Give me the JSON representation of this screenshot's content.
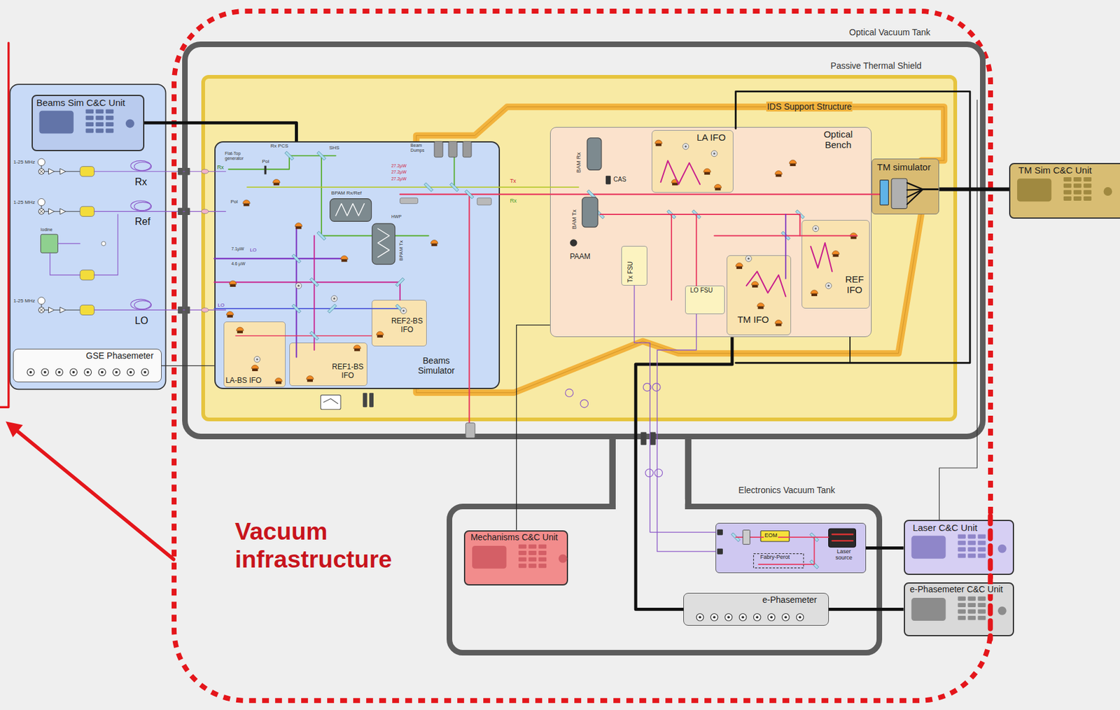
{
  "diagram": {
    "nodes": [
      {
        "text": [
          "Vacuum infrastructure"
        ]
      },
      {
        "text": [
          "Optical Vacuum Tank"
        ],
        "in": 0
      },
      {
        "text": [
          "Passive Thermal Shield"
        ],
        "in": 1
      },
      {
        "text": [
          "IDS Support Structure"
        ],
        "in": 2
      },
      {
        "text": [
          "Optical Bench"
        ],
        "in": 3
      },
      {
        "text": [
          "LA IFO"
        ],
        "in": 4
      },
      {
        "text": [
          "REF IFO"
        ],
        "in": 4
      },
      {
        "text": [
          "TM IFO"
        ],
        "in": 4
      },
      {
        "text": [
          "Tx FSU"
        ],
        "in": 4
      },
      {
        "text": [
          "LO FSU"
        ],
        "in": 4
      },
      {
        "text": [
          "TM simulator"
        ],
        "in": 3
      },
      {
        "text": [
          "Beams Simulator"
        ],
        "in": 2
      },
      {
        "text": [
          "LA-BS IFO"
        ],
        "in": 11
      },
      {
        "text": [
          "REF1-BS IFO"
        ],
        "in": 11
      },
      {
        "text": [
          "REF2-BS IFO"
        ],
        "in": 11
      },
      {
        "text": [
          "Electronics Vacuum Tank"
        ],
        "in": 0
      },
      {
        "text": [
          "Mechanisms C&C Unit"
        ],
        "in": 15
      },
      {
        "text": [
          "EOM",
          "Fabry-Perot",
          "Laser source"
        ],
        "in": 15
      },
      {
        "text": [
          "e-Phasemeter"
        ],
        "in": 15
      },
      {
        "text": [
          "Beams Sim C&C Unit"
        ]
      },
      {
        "text": [
          "GSE Phasemeter"
        ]
      },
      {
        "text": [
          "TM Sim C&C Unit"
        ]
      },
      {
        "text": [
          "Laser C&C Unit"
        ]
      },
      {
        "text": [
          "e-Phasemeter C&C Unit"
        ]
      }
    ],
    "edges": [
      {
        "from": 19,
        "to": 11,
        "arrow": "none"
      },
      {
        "from": 16,
        "to": 4,
        "arrow": "none"
      },
      {
        "from": 21,
        "to": 10,
        "arrow": "none"
      },
      {
        "from": 22,
        "to": 17,
        "arrow": "none"
      },
      {
        "from": 23,
        "to": 18,
        "arrow": "none"
      },
      {
        "from": 18,
        "to": 4,
        "arrow": "none"
      },
      {
        "from": 17,
        "to": 8,
        "arrow": "none"
      },
      {
        "from": 17,
        "to": 9,
        "arrow": "none"
      },
      {
        "from": 20,
        "to": 11,
        "arrow": "none"
      }
    ],
    "labels": [
      "1-25 MHz",
      "Rx",
      "1-25 MHz",
      "Ref",
      "Iodine",
      "1-25 MHz",
      "LO",
      "Rx PCS",
      "SHS",
      "Flat-Top generator",
      "Pol",
      "Rx",
      "Pol",
      "Beam Dumps",
      "27.2µW",
      "27.2µW",
      "27.2µW",
      "BPAM Rx/Ref",
      "HWP",
      "BPAM Tx",
      "7.1µW",
      "LO",
      "4.6 µW",
      "LO",
      "Tx",
      "Rx",
      "BAM Rx",
      "CAS",
      "BAM Tx",
      "PAAM"
    ]
  }
}
